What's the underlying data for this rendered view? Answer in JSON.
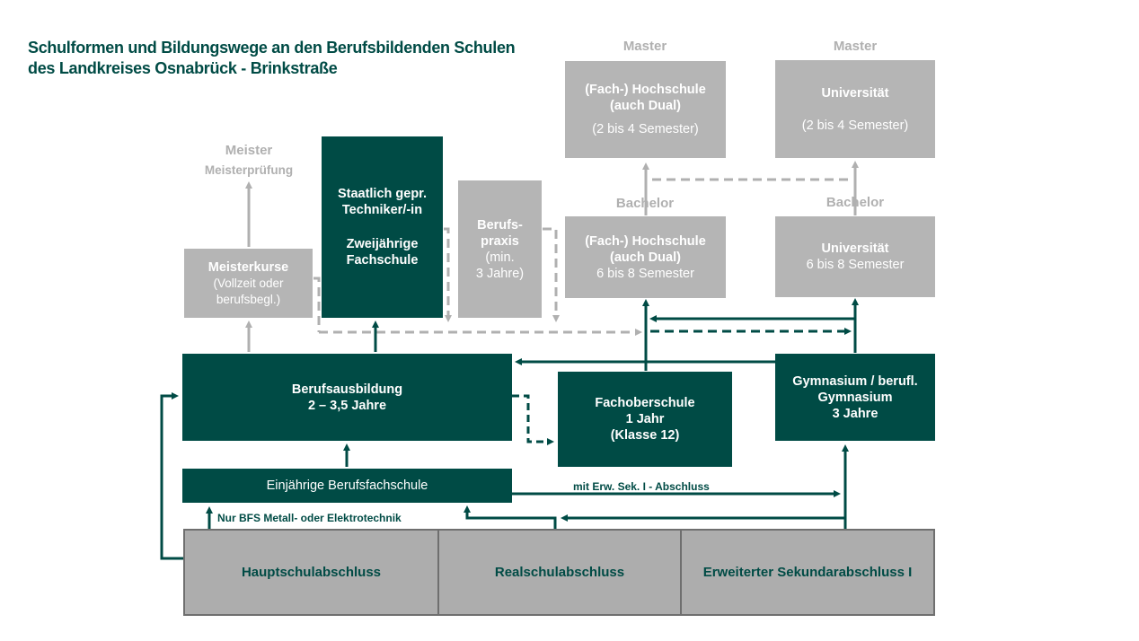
{
  "title": {
    "line1": "Schulformen und Bildungswege an den Berufsbildenden Schulen",
    "line2": "des Landkreises Osnabrück - Brinkstraße"
  },
  "labels": {
    "master_left": "Master",
    "master_right": "Master",
    "bachelor_left": "Bachelor",
    "bachelor_right": "Bachelor",
    "meister": "Meister",
    "meisterpruefung": "Meisterprüfung"
  },
  "boxes": {
    "fh_master": {
      "title1": "(Fach-) Hochschule",
      "title2": "(auch Dual)",
      "sub": "(2 bis 4 Semester)"
    },
    "uni_master": {
      "title": "Universität",
      "sub": "(2 bis 4 Semester)"
    },
    "fh_bachelor": {
      "title1": "(Fach-) Hochschule",
      "title2": "(auch Dual)",
      "sub": "6 bis 8 Semester"
    },
    "uni_bachelor": {
      "title": "Universität",
      "sub": "6 bis 8 Semester"
    },
    "techniker": {
      "line1": "Staatlich gepr.",
      "line2": "Techniker/-in",
      "line3": "Zweijährige",
      "line4": "Fachschule"
    },
    "berufspraxis": {
      "line1": "Berufs-",
      "line2": "praxis",
      "line3": "(min.",
      "line4": "3 Jahre)"
    },
    "meisterkurse": {
      "title": "Meisterkurse",
      "sub1": "(Vollzeit oder",
      "sub2": "berufsbegl.)"
    },
    "berufsausbildung": {
      "line1": "Berufsausbildung",
      "line2": "2 – 3,5 Jahre"
    },
    "fachoberschule": {
      "line1": "Fachoberschule",
      "line2": "1 Jahr",
      "line3": "(Klasse 12)"
    },
    "gymnasium": {
      "line1": "Gymnasium / berufl.",
      "line2": "Gymnasium",
      "line3": "3 Jahre"
    },
    "berufsfachschule": {
      "label": "Einjährige Berufsfachschule"
    },
    "hauptschule": {
      "label": "Hauptschulabschluss"
    },
    "realschule": {
      "label": "Realschulabschluss"
    },
    "sek1": {
      "label": "Erweiterter Sekundarabschluss I"
    }
  },
  "notes": {
    "erw_sek": "mit Erw. Sek. I - Abschluss",
    "bfs_metall": "Nur BFS Metall- oder Elektrotechnik"
  },
  "colors": {
    "green": "#004b45",
    "gray_box": "#b5b5b5",
    "gray_arrow": "#b0b0b0",
    "base_border": "#6f6f6f"
  }
}
